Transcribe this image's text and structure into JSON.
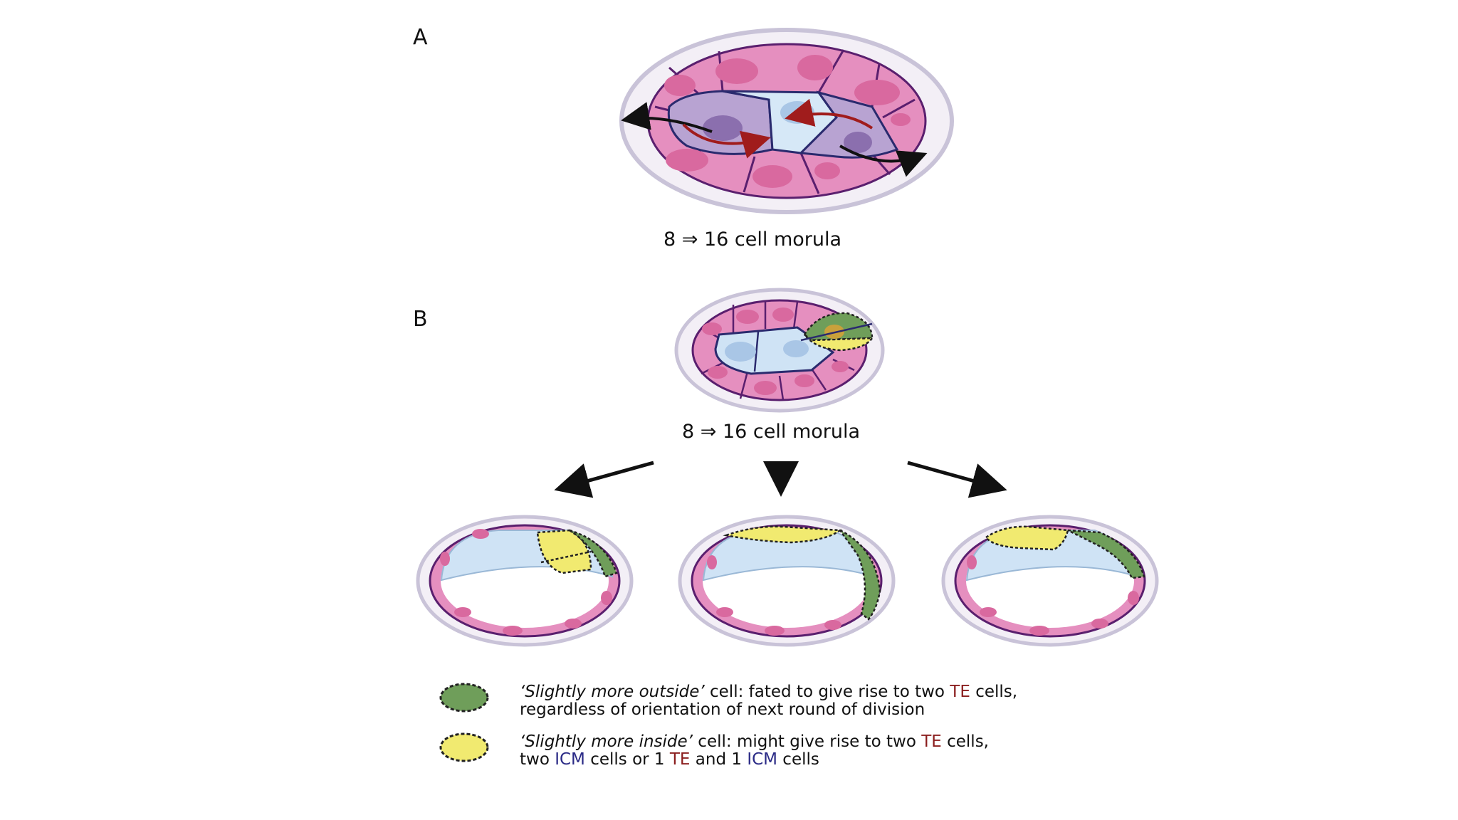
{
  "panel_a": {
    "letter": "A",
    "caption": "8 ⇒ 16 cell morula"
  },
  "panel_b": {
    "letter": "B",
    "caption": "8 ⇒ 16 cell morula"
  },
  "legend": {
    "green": {
      "italic": "‘Slightly more outside’",
      "line1_pre": " cell: fated to give rise to two ",
      "te": "TE",
      "line1_post": " cells,",
      "line2": "regardless of orientation of next round of division"
    },
    "yellow": {
      "italic": "‘Slightly more inside’",
      "line1_pre": " cell: might give rise to two ",
      "te1": "TE",
      "line1_post": " cells,",
      "line2_a": "two ",
      "icm1": "ICM",
      "line2_b": " cells or 1 ",
      "te2": "TE",
      "line2_c": " and 1 ",
      "icm2": "ICM",
      "line2_d": " cells"
    }
  },
  "colors": {
    "te_text": "#8a1d1d",
    "icm_text": "#2a2a86",
    "outer_cell": "#e58fbf",
    "inner_cell": "#cfe3f5",
    "outside_marker": "#6f9e5a",
    "inside_marker": "#f1ea70",
    "division_arrow": "#a01c1c"
  }
}
